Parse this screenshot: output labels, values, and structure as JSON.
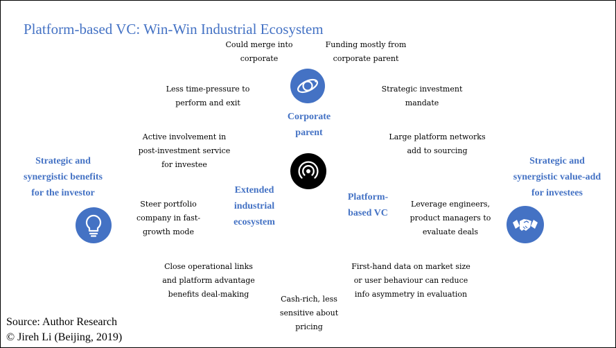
{
  "title": "Platform-based VC: Win-Win Industrial Ecosystem",
  "labels": {
    "merge": "Could merge into\ncorporate",
    "funding": "Funding mostly from\ncorporate parent",
    "time_pressure": "Less time-pressure to\nperform and exit",
    "strategic_mandate": "Strategic investment\nmandate",
    "active_involvement": "Active involvement in\npost-investment service\nfor investee",
    "platform_networks": "Large platform networks\nadd to sourcing",
    "steer_portfolio": "Steer portfolio\ncompany in fast-\ngrowth mode",
    "leverage_engineers": "Leverage engineers,\nproduct managers to\nevaluate deals",
    "operational_links": "Close operational links\nand platform advantage\nbenefits deal-making",
    "first_hand_data": "First-hand data on market size\nor user behaviour can reduce\ninfo asymmetry in evaluation",
    "cash_rich": "Cash-rich, less\nsensitive about\npricing"
  },
  "nodes": {
    "corporate_parent": "Corporate\nparent",
    "extended_ecosystem": "Extended\nindustrial\necosystem",
    "platform_vc": "Platform-\nbased VC"
  },
  "sides": {
    "investor": "Strategic and\nsynergistic benefits\nfor the investor",
    "investees": "Strategic and\nsynergistic value-add\nfor investees"
  },
  "source": "Source: Author Research",
  "copyright": "© Jireh Li (Beijing, 2019)",
  "colors": {
    "accent": "#4472c4",
    "center": "#000000"
  },
  "icons": [
    "planet-orbit-icon",
    "signal-broadcast-icon",
    "lightbulb-icon",
    "handshake-icon"
  ]
}
